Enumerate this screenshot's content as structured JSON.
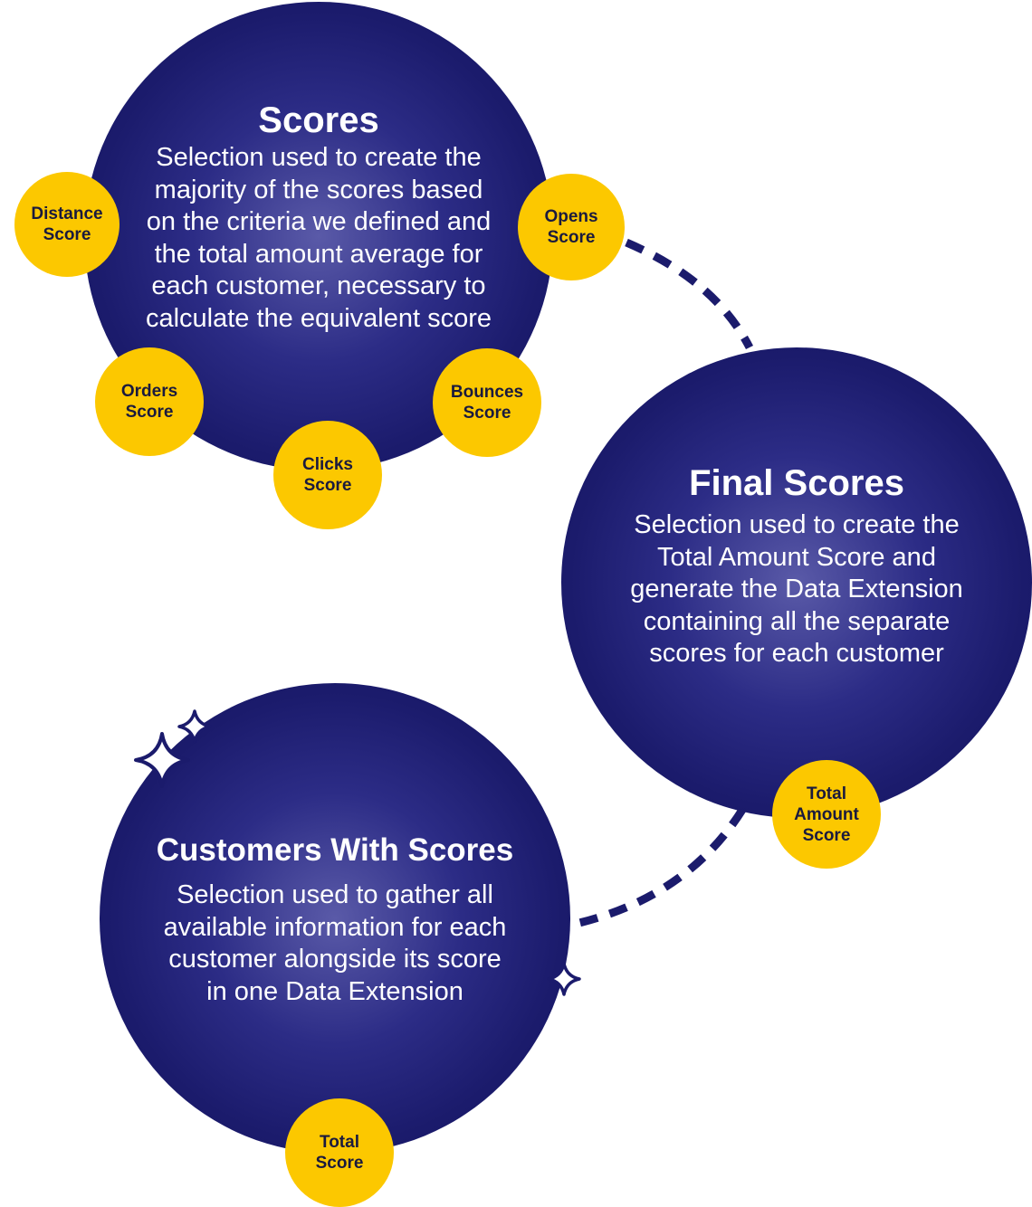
{
  "colors": {
    "navy": "#1b1b6c",
    "gold": "#fcc800",
    "white": "#ffffff",
    "badge_text": "#1a1a3e"
  },
  "scores": {
    "title": "Scores",
    "description": "Selection used to create the\nmajority of the scores based\non the criteria we defined and\nthe total amount average for\neach customer, necessary to\ncalculate the equivalent score",
    "badges": {
      "distance": "Distance\nScore",
      "opens": "Opens\nScore",
      "orders": "Orders\nScore",
      "bounces": "Bounces\nScore",
      "clicks": "Clicks\nScore"
    }
  },
  "final_scores": {
    "title": "Final Scores",
    "description": "Selection used to create the\nTotal Amount Score and\ngenerate the Data Extension\ncontaining all the separate\nscores for each customer",
    "badge": "Total\nAmount\nScore"
  },
  "customers_with_scores": {
    "title": "Customers With Scores",
    "description": "Selection used to gather all\navailable information for each\ncustomer alongside its score\nin one Data Extension",
    "badge": "Total\nScore"
  },
  "icons": {
    "connector": "dashed-arc",
    "decoration": "four-point-sparkle"
  }
}
